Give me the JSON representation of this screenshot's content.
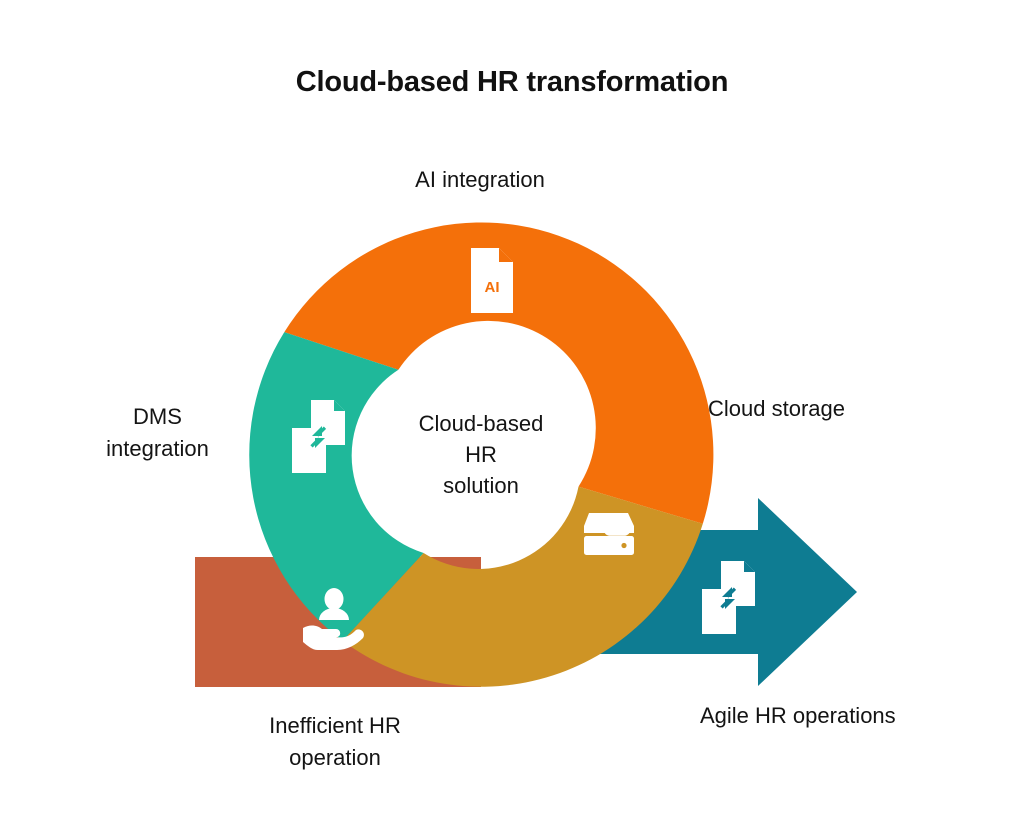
{
  "title": "Cloud-based HR transformation",
  "center": {
    "label": "Cloud-based\nHR\nsolution"
  },
  "segments": [
    {
      "key": "ai_integration",
      "label": "AI integration",
      "color": "#F4700A",
      "icon": "ai-document-icon",
      "icon_text": "AI"
    },
    {
      "key": "dms_integration",
      "label": "DMS\nintegration",
      "color": "#1FB89A",
      "icon": "merge-documents-icon"
    },
    {
      "key": "cloud_storage",
      "label": "Cloud storage",
      "color": "#CE9425",
      "icon": "cloud-storage-icon"
    }
  ],
  "input_block": {
    "key": "inefficient_hr_operation",
    "label": "Inefficient HR\noperation",
    "color": "#C75F3C",
    "icon": "hand-holding-person-icon"
  },
  "output_arrow": {
    "key": "agile_hr_operations",
    "label": "Agile HR operations",
    "color": "#0E7C92",
    "icon": "merge-documents-icon"
  },
  "colors": {
    "background": "#FFFFFF",
    "text": "#141414",
    "title": "#111111",
    "donut_hole": "#FFFFFF",
    "icon_fill": "#FFFFFF"
  }
}
